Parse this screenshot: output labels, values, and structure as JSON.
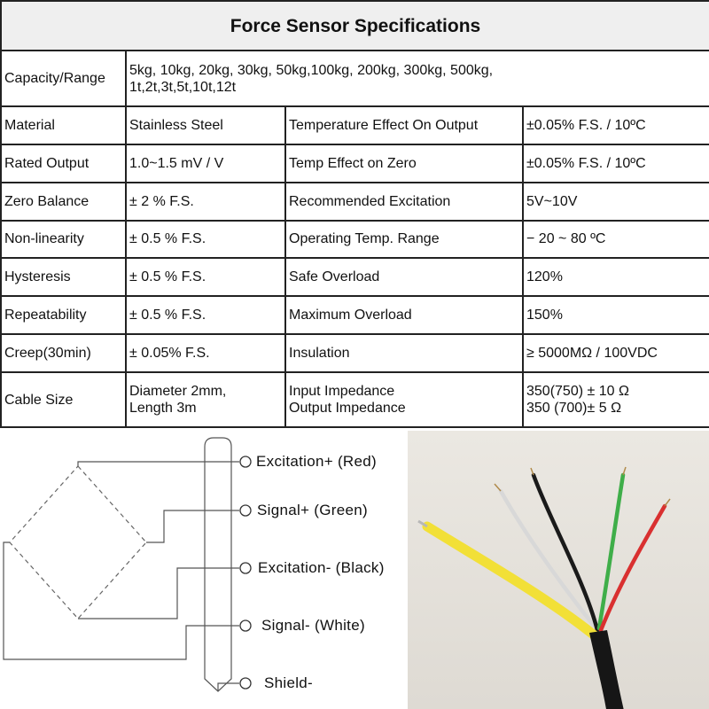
{
  "table": {
    "title": "Force Sensor Specifications",
    "capacity": {
      "label": "Capacity/Range",
      "line1": "5kg, 10kg, 20kg, 30kg, 50kg,100kg, 200kg, 300kg, 500kg,",
      "line2": "1t,2t,3t,5t,10t,12t"
    },
    "rows": [
      {
        "l_label": "Material",
        "l_value": "Stainless Steel",
        "r_label": "Temperature Effect On Output",
        "r_value": "±0.05% F.S. / 10ºC"
      },
      {
        "l_label": "Rated Output",
        "l_value": "1.0~1.5 mV / V",
        "r_label": "Temp Effect on Zero",
        "r_value": "±0.05% F.S. / 10ºC"
      },
      {
        "l_label": "Zero Balance",
        "l_value": "± 2 % F.S.",
        "r_label": "Recommended Excitation",
        "r_value": "5V~10V"
      },
      {
        "l_label": "Non-linearity",
        "l_value": "± 0.5 % F.S.",
        "r_label": "Operating Temp. Range",
        "r_value": "− 20 ~ 80 ºC"
      },
      {
        "l_label": "Hysteresis",
        "l_value": "± 0.5 % F.S.",
        "r_label": "Safe Overload",
        "r_value": "120%"
      },
      {
        "l_label": "Repeatability",
        "l_value": "± 0.5 % F.S.",
        "r_label": "Maximum Overload",
        "r_value": "150%"
      },
      {
        "l_label": "Creep(30min)",
        "l_value": "± 0.05% F.S.",
        "r_label": "Insulation",
        "r_value": "≥ 5000MΩ / 100VDC"
      }
    ],
    "cable": {
      "label": "Cable Size",
      "value_line1": "Diameter 2mm,",
      "value_line2": "Length 3m",
      "r_label_line1": "Input  Impedance",
      "r_label_line2": "Output  Impedance",
      "r_value_line1": "350(750) ± 10 Ω",
      "r_value_line2": "350 (700)± 5 Ω"
    }
  },
  "wiring": {
    "labels": [
      "Excitation+ (Red)",
      "Signal+ (Green)",
      "Excitation- (Black)",
      "Signal- (White)",
      "Shield-"
    ]
  },
  "photo": {
    "wire_colors": [
      "#f2e037",
      "#d8d8d8",
      "#1a1a1a",
      "#3fae49",
      "#d93030"
    ]
  }
}
